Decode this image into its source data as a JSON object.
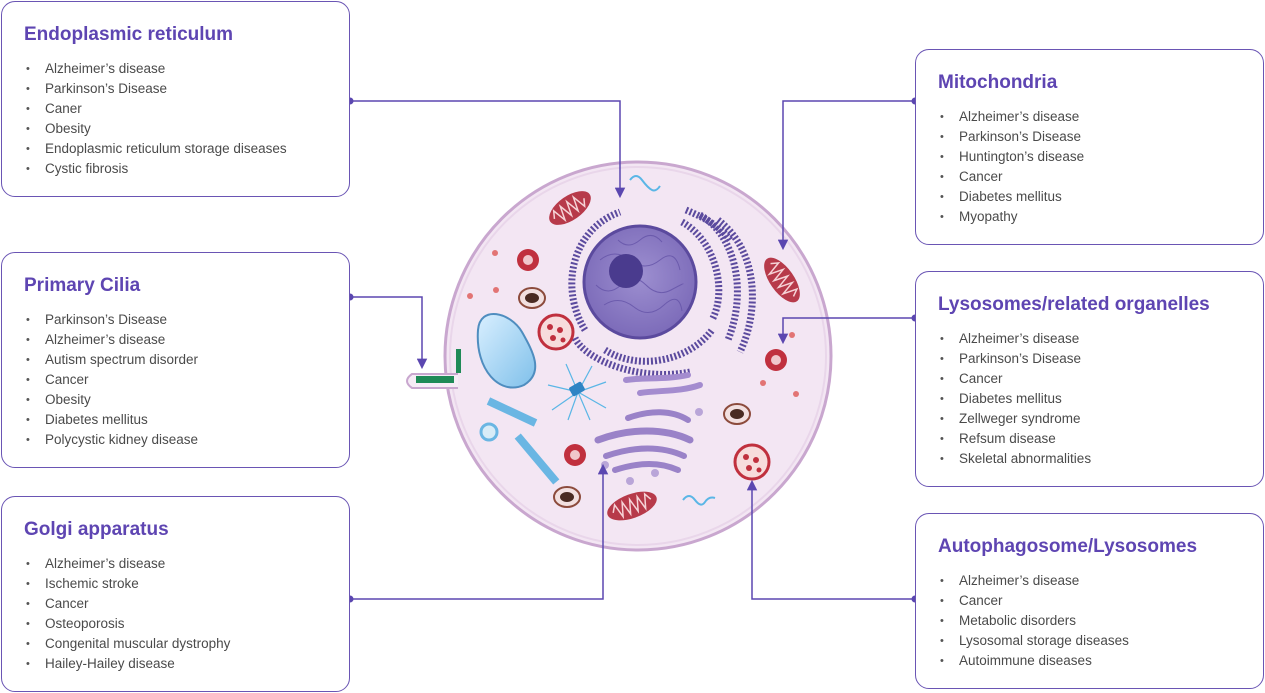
{
  "organelles": [
    {
      "title": "Endoplasmic reticulum",
      "diseases": [
        "Alzheimer’s disease",
        "Parkinson’s Disease",
        "Caner",
        "Obesity",
        "Endoplasmic reticulum storage diseases",
        "Cystic fibrosis"
      ]
    },
    {
      "title": "Primary Cilia",
      "diseases": [
        "Parkinson’s Disease",
        "Alzheimer’s disease",
        "Autism spectrum disorder",
        "Cancer",
        "Obesity",
        "Diabetes mellitus",
        "Polycystic kidney disease"
      ]
    },
    {
      "title": "Golgi apparatus",
      "diseases": [
        "Alzheimer’s disease",
        "Ischemic stroke",
        "Cancer",
        "Osteoporosis",
        "Congenital muscular dystrophy",
        "Hailey-Hailey disease"
      ]
    },
    {
      "title": "Mitochondria",
      "diseases": [
        "Alzheimer’s disease",
        "Parkinson’s Disease",
        "Huntington’s disease",
        "Cancer",
        "Diabetes mellitus",
        "Myopathy"
      ]
    },
    {
      "title": "Lysosomes/related organelles",
      "diseases": [
        "Alzheimer’s disease",
        "Parkinson’s Disease",
        "Cancer",
        "Diabetes mellitus",
        "Zellweger syndrome",
        "Refsum disease",
        "Skeletal abnormalities"
      ]
    },
    {
      "title": "Autophagosome/Lysosomes",
      "diseases": [
        "Alzheimer’s disease",
        "Cancer",
        "Metabolic disorders",
        "Lysosomal storage diseases",
        "Autoimmune diseases"
      ]
    }
  ],
  "colors": {
    "accent": "#5e45b2",
    "connector": "#5b47b0",
    "cell_fill": "#f3e6f3",
    "cell_border": "#c9a7cf"
  }
}
